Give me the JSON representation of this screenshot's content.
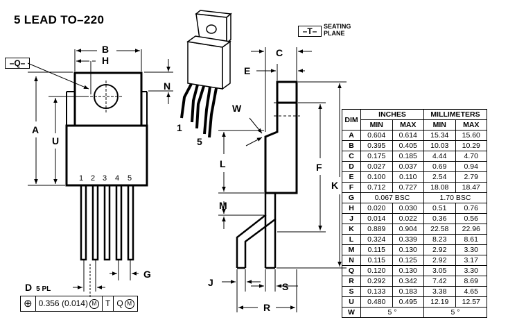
{
  "title": "5 LEAD TO–220",
  "datum_q": "–Q–",
  "datum_t": "–T–",
  "seating_plane": [
    "SEATING",
    "PLANE"
  ],
  "dim_labels": {
    "A": "A",
    "B": "B",
    "C": "C",
    "D": "D",
    "E": "E",
    "F": "F",
    "G": "G",
    "H": "H",
    "J": "J",
    "K": "K",
    "L": "L",
    "M": "M",
    "N": "N",
    "Q": "Q",
    "R": "R",
    "S": "S",
    "U": "U",
    "W": "W"
  },
  "d_note": "5 PL",
  "pin_numbers": [
    "1",
    "2",
    "3",
    "4",
    "5"
  ],
  "iso_labels": [
    "1",
    "5"
  ],
  "feature_control": {
    "symbol": "⊕",
    "tolerance": "0.356 (0.014)",
    "modifier": "M",
    "datum1": "T",
    "datum2": "Q",
    "modifier2": "M"
  },
  "table": {
    "header_dim": "DIM",
    "header_inches": "INCHES",
    "header_mm": "MILLIMETERS",
    "sub_min": "MIN",
    "sub_max": "MAX",
    "rows": [
      {
        "dim": "A",
        "in_min": "0.604",
        "in_max": "0.614",
        "mm_min": "15.34",
        "mm_max": "15.60"
      },
      {
        "dim": "B",
        "in_min": "0.395",
        "in_max": "0.405",
        "mm_min": "10.03",
        "mm_max": "10.29"
      },
      {
        "dim": "C",
        "in_min": "0.175",
        "in_max": "0.185",
        "mm_min": "4.44",
        "mm_max": "4.70"
      },
      {
        "dim": "D",
        "in_min": "0.027",
        "in_max": "0.037",
        "mm_min": "0.69",
        "mm_max": "0.94"
      },
      {
        "dim": "E",
        "in_min": "0.100",
        "in_max": "0.110",
        "mm_min": "2.54",
        "mm_max": "2.79"
      },
      {
        "dim": "F",
        "in_min": "0.712",
        "in_max": "0.727",
        "mm_min": "18.08",
        "mm_max": "18.47"
      },
      {
        "dim": "G",
        "in_span": "0.067 BSC",
        "mm_span": "1.70 BSC"
      },
      {
        "dim": "H",
        "in_min": "0.020",
        "in_max": "0.030",
        "mm_min": "0.51",
        "mm_max": "0.76"
      },
      {
        "dim": "J",
        "in_min": "0.014",
        "in_max": "0.022",
        "mm_min": "0.36",
        "mm_max": "0.56"
      },
      {
        "dim": "K",
        "in_min": "0.889",
        "in_max": "0.904",
        "mm_min": "22.58",
        "mm_max": "22.96"
      },
      {
        "dim": "L",
        "in_min": "0.324",
        "in_max": "0.339",
        "mm_min": "8.23",
        "mm_max": "8.61"
      },
      {
        "dim": "M",
        "in_min": "0.115",
        "in_max": "0.130",
        "mm_min": "2.92",
        "mm_max": "3.30"
      },
      {
        "dim": "N",
        "in_min": "0.115",
        "in_max": "0.125",
        "mm_min": "2.92",
        "mm_max": "3.17"
      },
      {
        "dim": "Q",
        "in_min": "0.120",
        "in_max": "0.130",
        "mm_min": "3.05",
        "mm_max": "3.30"
      },
      {
        "dim": "R",
        "in_min": "0.292",
        "in_max": "0.342",
        "mm_min": "7.42",
        "mm_max": "8.69"
      },
      {
        "dim": "S",
        "in_min": "0.133",
        "in_max": "0.183",
        "mm_min": "3.38",
        "mm_max": "4.65"
      },
      {
        "dim": "U",
        "in_min": "0.480",
        "in_max": "0.495",
        "mm_min": "12.19",
        "mm_max": "12.57"
      },
      {
        "dim": "W",
        "in_span": "5 °",
        "mm_span": "5 °"
      }
    ]
  }
}
